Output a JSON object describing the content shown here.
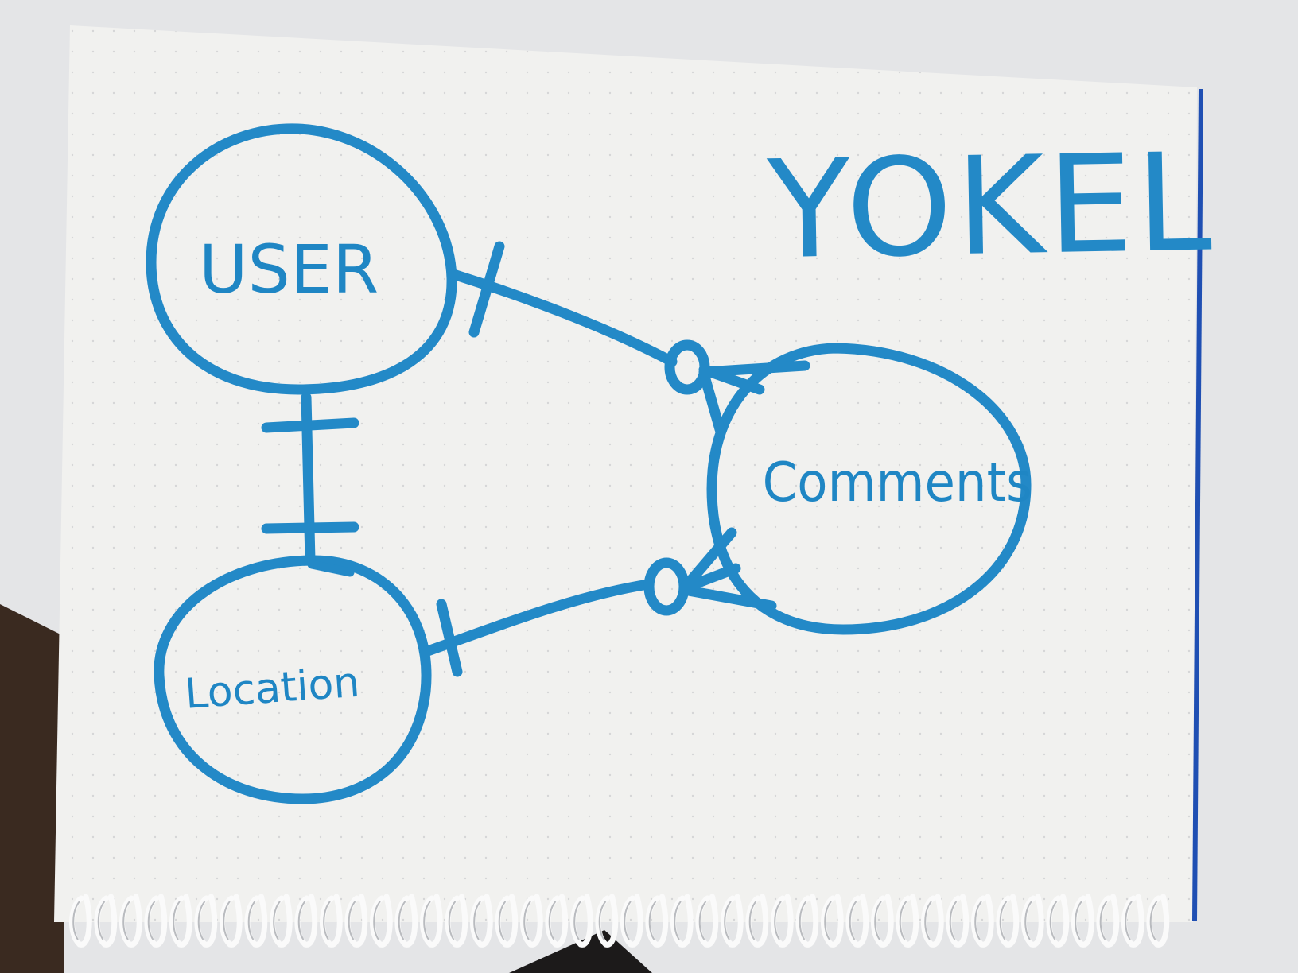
{
  "diagram": {
    "title": "YOKEL",
    "entities": [
      {
        "id": "user",
        "label": "USER"
      },
      {
        "id": "location",
        "label": "Location"
      },
      {
        "id": "comments",
        "label": "Comments"
      }
    ],
    "relationships": [
      {
        "from": "user",
        "to": "comments",
        "from_cardinality": "one",
        "to_cardinality": "zero-or-many"
      },
      {
        "from": "user",
        "to": "location",
        "from_cardinality": "one",
        "to_cardinality": "one"
      },
      {
        "from": "location",
        "to": "comments",
        "from_cardinality": "one",
        "to_cardinality": "zero-or-many"
      }
    ]
  },
  "colors": {
    "ink": "#2389c7",
    "paper": "#f1f1ef",
    "margin_line": "#1f4fb3",
    "desk": "#e6e7e9",
    "wood": "#3a2a20",
    "spiral": "#fafafa"
  }
}
